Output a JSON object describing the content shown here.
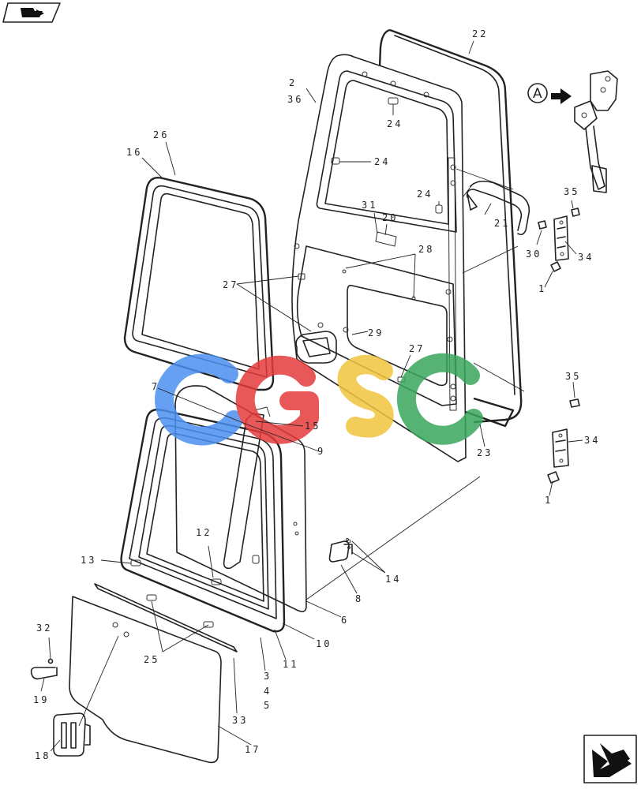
{
  "nav": {
    "prev_icon": "arrow-left-icon",
    "next_icon": "arrow-right-icon"
  },
  "detail": {
    "letter": "A"
  },
  "watermark": {
    "letters": [
      "C",
      "G",
      "S",
      "C"
    ],
    "colors": [
      "#4a8ff0",
      "#e53b3b",
      "#f2c53d",
      "#3aa65c"
    ]
  },
  "callouts": {
    "c22": "22",
    "c2": "2",
    "c36": "36",
    "c24a": "24",
    "c24b": "24",
    "c24c": "24",
    "c26": "26",
    "c16": "16",
    "c31": "31",
    "c20": "20",
    "c21": "21",
    "c35a": "35",
    "c30": "30",
    "c34a": "34",
    "c1a": "1",
    "c28": "28",
    "c27a": "27",
    "c29": "29",
    "c27b": "27",
    "c7": "7",
    "c15": "15",
    "c9": "9",
    "c23": "23",
    "c35b": "35",
    "c34b": "34",
    "c1b": "1",
    "c12": "12",
    "c13": "13",
    "c14": "14",
    "c8": "8",
    "c6": "6",
    "c10": "10",
    "c11": "11",
    "c3": "3",
    "c4": "4",
    "c5": "5",
    "c25": "25",
    "c32": "32",
    "c19": "19",
    "c33": "33",
    "c17": "17",
    "c18": "18"
  }
}
